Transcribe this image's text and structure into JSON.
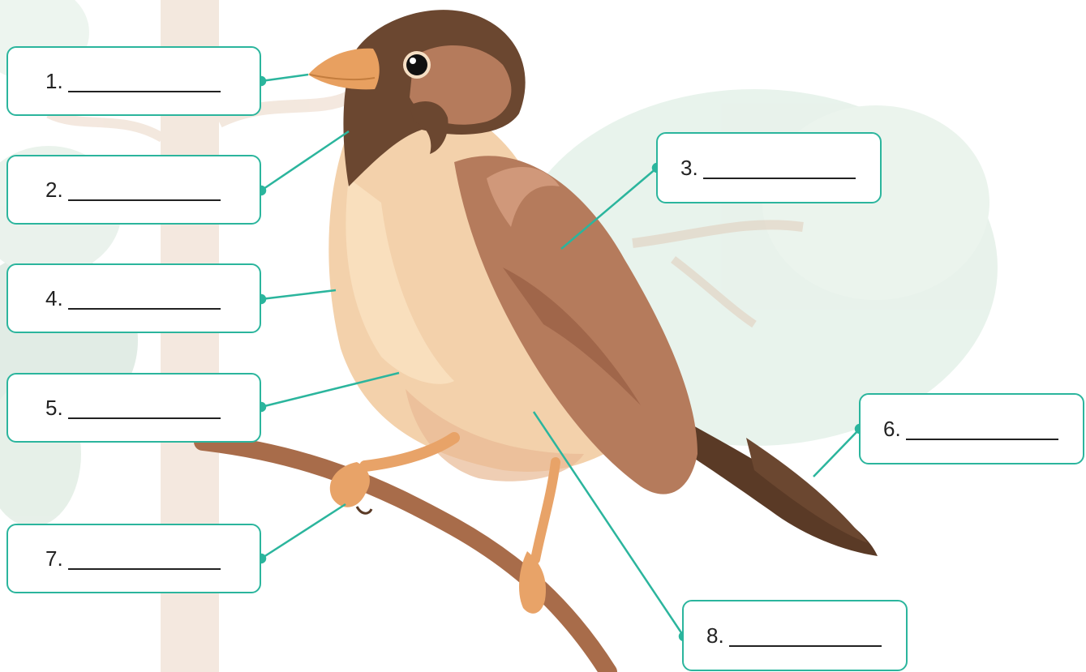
{
  "diagram": {
    "subject": "bird",
    "accent_color": "#2bb59d",
    "labels": [
      {
        "id": "1",
        "text": "1."
      },
      {
        "id": "2",
        "text": "2."
      },
      {
        "id": "3",
        "text": "3."
      },
      {
        "id": "4",
        "text": "4."
      },
      {
        "id": "5",
        "text": "5."
      },
      {
        "id": "6",
        "text": "6."
      },
      {
        "id": "7",
        "text": "7."
      },
      {
        "id": "8",
        "text": "8."
      }
    ]
  }
}
